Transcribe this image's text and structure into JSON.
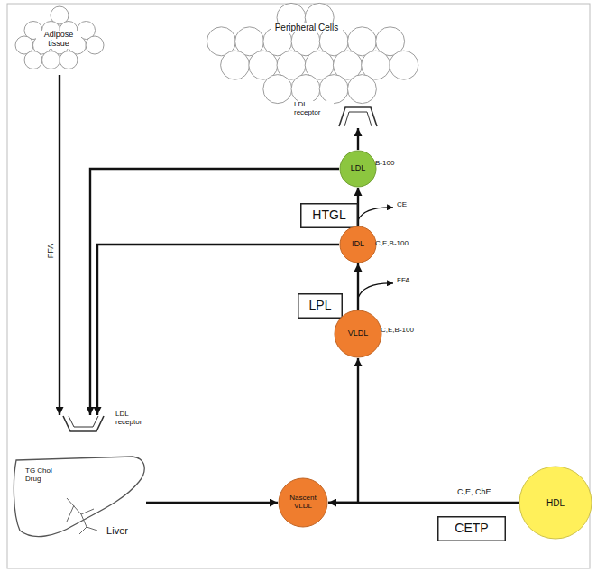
{
  "diagram": {
    "nodes": [
      {
        "text": [
          "Adipose tissue"
        ]
      },
      {
        "text": [
          "Peripheral Cells"
        ]
      },
      {
        "text": [
          "LDL"
        ]
      },
      {
        "text": [
          "HTGL"
        ]
      },
      {
        "text": [
          "IDL"
        ]
      },
      {
        "text": [
          "LPL"
        ]
      },
      {
        "text": [
          "VLDL"
        ]
      },
      {
        "text": [
          "TG Chol Drug",
          "Liver"
        ]
      },
      {
        "text": [
          "Nascent VLDL"
        ]
      },
      {
        "text": [
          "HDL"
        ]
      },
      {
        "text": [
          "CETP"
        ]
      }
    ],
    "edges": [
      {
        "from": 0,
        "to": 7,
        "arrow": "to",
        "label": "FFA"
      },
      {
        "from": 2,
        "to": 1,
        "arrow": "to"
      },
      {
        "from": 4,
        "to": 2,
        "arrow": "to"
      },
      {
        "from": 6,
        "to": 4,
        "arrow": "to"
      },
      {
        "from": 8,
        "to": 6,
        "arrow": "to"
      },
      {
        "from": 9,
        "to": 8,
        "arrow": "to",
        "label": "C,E, ChE"
      },
      {
        "from": 7,
        "to": 8,
        "arrow": "to"
      },
      {
        "from": 4,
        "to": 7,
        "arrow": "to"
      },
      {
        "from": 2,
        "to": 7,
        "arrow": "to"
      }
    ],
    "labels": [
      "B-100",
      "CE",
      "C,E,B-100",
      "FFA",
      "C,E,B-100",
      "LDL receptor",
      "LDL receptor"
    ]
  }
}
